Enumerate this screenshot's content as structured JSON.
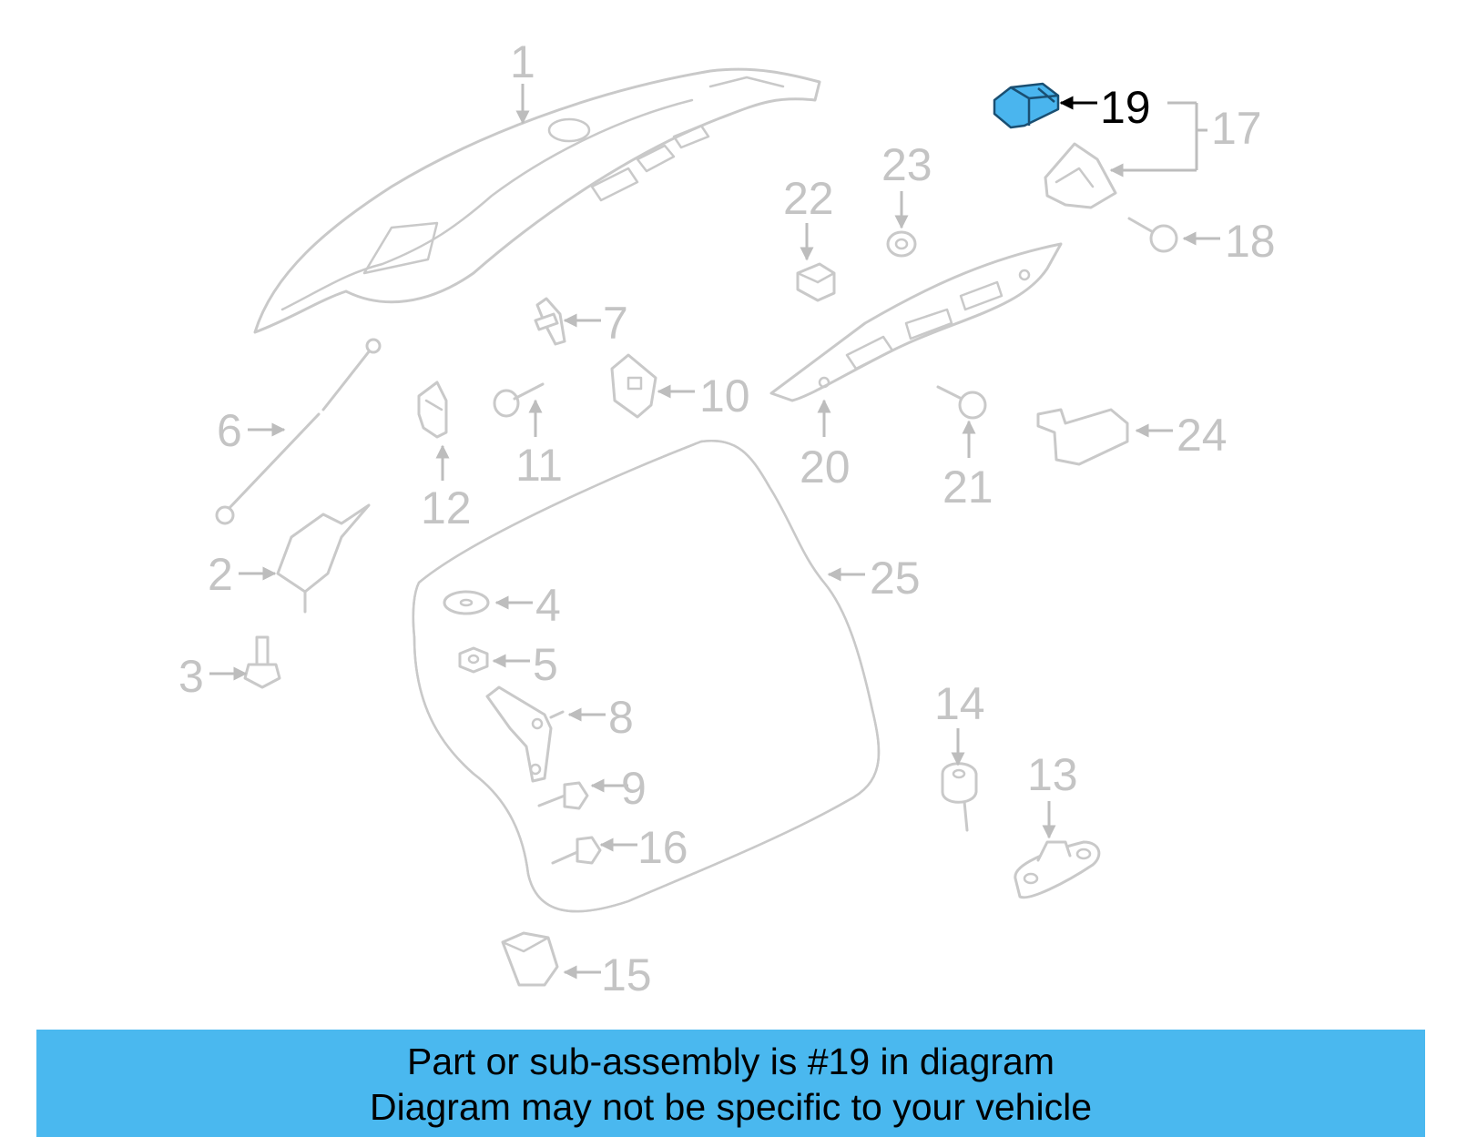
{
  "colors": {
    "highlight": "#4ab5ee",
    "banner_background": "#4ab8ef",
    "part_outline": "#c9c9c9",
    "callout_inactive": "#c4c4c4",
    "callout_active": "#000000"
  },
  "diagram": {
    "highlighted_part": "19",
    "callouts": {
      "c1": "1",
      "c2": "2",
      "c3": "3",
      "c4": "4",
      "c5": "5",
      "c6": "6",
      "c7": "7",
      "c8": "8",
      "c9": "9",
      "c10": "10",
      "c11": "11",
      "c12": "12",
      "c13": "13",
      "c14": "14",
      "c15": "15",
      "c16": "16",
      "c17": "17",
      "c18": "18",
      "c19": "19",
      "c20": "20",
      "c21": "21",
      "c22": "22",
      "c23": "23",
      "c24": "24",
      "c25": "25"
    }
  },
  "banner": {
    "line1": "Part or sub-assembly is #19 in diagram",
    "line2": "Diagram may not be specific to your vehicle"
  }
}
